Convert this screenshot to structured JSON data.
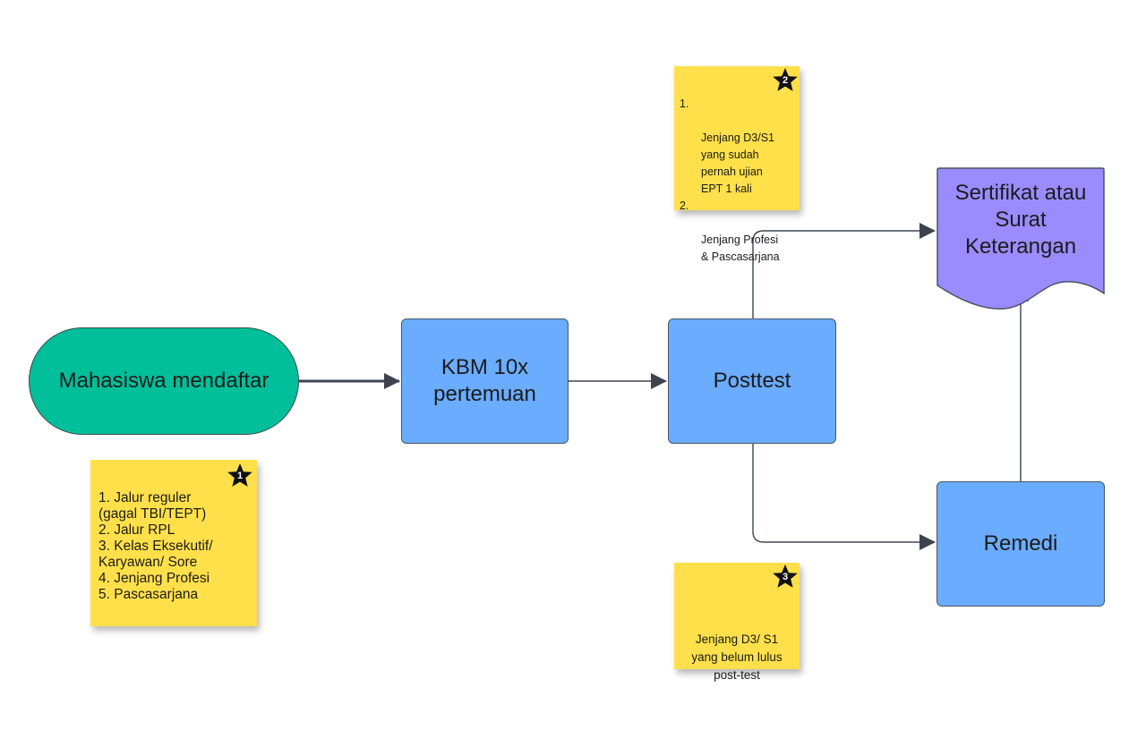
{
  "colors": {
    "terminator": "#00bf9a",
    "process": "#6aacff",
    "document": "#9a8cff",
    "sticky_note": "#ffe04a",
    "connector": "#3d4450",
    "badge": "#111111"
  },
  "nodes": {
    "start": {
      "label": "Mahasiswa mendaftar",
      "shape": "terminator"
    },
    "kbm": {
      "label": "KBM 10x\npertemuan",
      "shape": "process"
    },
    "posttest": {
      "label": "Posttest",
      "shape": "process"
    },
    "certificate": {
      "label": "Sertifikat atau\nSurat\nKeterangan",
      "shape": "document"
    },
    "remedi": {
      "label": "Remedi",
      "shape": "process"
    }
  },
  "edges": [
    {
      "from": "start",
      "to": "kbm"
    },
    {
      "from": "kbm",
      "to": "posttest"
    },
    {
      "from": "posttest",
      "to": "certificate"
    },
    {
      "from": "posttest",
      "to": "remedi"
    },
    {
      "from": "remedi",
      "to": "certificate"
    }
  ],
  "notes": {
    "note1": {
      "badge": "1",
      "badge_icon": "star-icon",
      "lines": [
        "1. Jalur reguler",
        "(gagal TBI/TEPT)",
        "2. Jalur RPL",
        "3. Kelas Eksekutif/",
        "Karyawan/  Sore",
        "4. Jenjang Profesi",
        "5. Pascasarjana"
      ]
    },
    "note2": {
      "badge": "2",
      "badge_icon": "star-icon",
      "items": [
        {
          "num": "1.",
          "text": "Jenjang D3/S1\nyang sudah\npernah ujian\nEPT 1 kali"
        },
        {
          "num": "2.",
          "text": "Jenjang Profesi\n& Pascasarjana"
        }
      ]
    },
    "note3": {
      "badge": "3",
      "badge_icon": "star-icon",
      "text": "Jenjang D3/ S1\nyang belum lulus\npost-test"
    }
  }
}
